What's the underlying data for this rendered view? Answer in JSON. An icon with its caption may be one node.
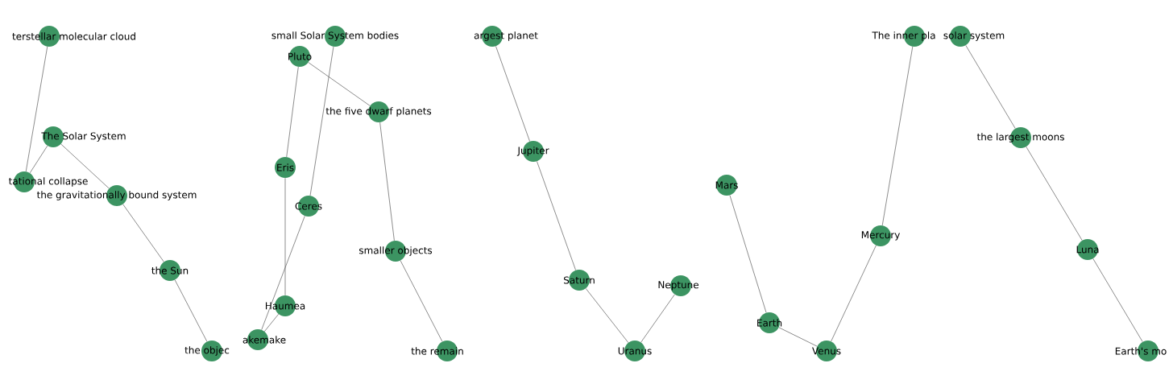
{
  "diagram": {
    "nodes": [
      {
        "text": [
          "terstellar molecular cloud"
        ]
      },
      {
        "text": [
          "The Solar System"
        ]
      },
      {
        "text": [
          "tational collapse"
        ]
      },
      {
        "text": [
          "the gravitationally bound system"
        ]
      },
      {
        "text": [
          "the Sun"
        ]
      },
      {
        "text": [
          "the objec"
        ]
      },
      {
        "text": [
          "small Solar System bodies"
        ]
      },
      {
        "text": [
          "Pluto"
        ]
      },
      {
        "text": [
          "the five dwarf planets"
        ]
      },
      {
        "text": [
          "Eris"
        ]
      },
      {
        "text": [
          "Ceres"
        ]
      },
      {
        "text": [
          "smaller objects"
        ]
      },
      {
        "text": [
          "Haumea"
        ]
      },
      {
        "text": [
          "akemake"
        ]
      },
      {
        "text": [
          "the remain"
        ]
      },
      {
        "text": [
          "argest planet"
        ]
      },
      {
        "text": [
          "Jupiter"
        ]
      },
      {
        "text": [
          "Saturn"
        ]
      },
      {
        "text": [
          "Neptune"
        ]
      },
      {
        "text": [
          "Uranus"
        ]
      },
      {
        "text": [
          "Mars"
        ]
      },
      {
        "text": [
          "Earth"
        ]
      },
      {
        "text": [
          "Venus"
        ]
      },
      {
        "text": [
          "Mercury"
        ]
      },
      {
        "text": [
          "The inner pla"
        ]
      },
      {
        "text": [
          "solar system"
        ]
      },
      {
        "text": [
          "the largest moons"
        ]
      },
      {
        "text": [
          "Luna"
        ]
      },
      {
        "text": [
          "Earth's mo"
        ]
      }
    ],
    "edges": [
      {
        "from": 0,
        "to": 2,
        "arrow": "none"
      },
      {
        "from": 1,
        "to": 2,
        "arrow": "none"
      },
      {
        "from": 1,
        "to": 3,
        "arrow": "none"
      },
      {
        "from": 3,
        "to": 4,
        "arrow": "none"
      },
      {
        "from": 4,
        "to": 5,
        "arrow": "none"
      },
      {
        "from": 6,
        "to": 10,
        "arrow": "none"
      },
      {
        "from": 7,
        "to": 9,
        "arrow": "none"
      },
      {
        "from": 7,
        "to": 8,
        "arrow": "none"
      },
      {
        "from": 8,
        "to": 11,
        "arrow": "none"
      },
      {
        "from": 9,
        "to": 12,
        "arrow": "none"
      },
      {
        "from": 10,
        "to": 13,
        "arrow": "none"
      },
      {
        "from": 12,
        "to": 13,
        "arrow": "none"
      },
      {
        "from": 11,
        "to": 14,
        "arrow": "none"
      },
      {
        "from": 15,
        "to": 16,
        "arrow": "none"
      },
      {
        "from": 16,
        "to": 17,
        "arrow": "none"
      },
      {
        "from": 17,
        "to": 19,
        "arrow": "none"
      },
      {
        "from": 18,
        "to": 19,
        "arrow": "none"
      },
      {
        "from": 20,
        "to": 21,
        "arrow": "none"
      },
      {
        "from": 21,
        "to": 22,
        "arrow": "none"
      },
      {
        "from": 22,
        "to": 23,
        "arrow": "none"
      },
      {
        "from": 23,
        "to": 24,
        "arrow": "none"
      },
      {
        "from": 25,
        "to": 26,
        "arrow": "none"
      },
      {
        "from": 26,
        "to": 27,
        "arrow": "none"
      },
      {
        "from": 27,
        "to": 28,
        "arrow": "none"
      }
    ]
  }
}
